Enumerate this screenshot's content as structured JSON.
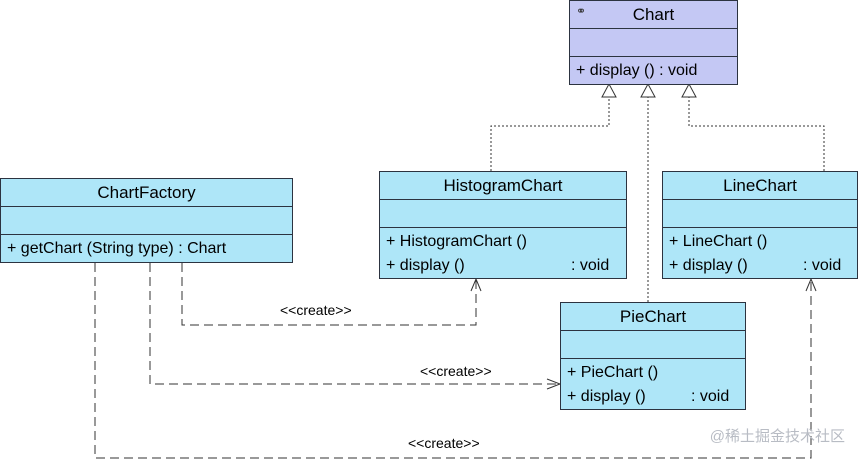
{
  "classes": {
    "chart": {
      "name": "Chart",
      "operations": [
        {
          "text": "+  display ()  : void",
          "ret": ""
        }
      ]
    },
    "chart_factory": {
      "name": "ChartFactory",
      "operations": [
        {
          "text": "+  getChart (String type)  : Chart",
          "ret": ""
        }
      ]
    },
    "histogram_chart": {
      "name": "HistogramChart",
      "operations": [
        {
          "text": "+  HistogramChart ()",
          "ret": ""
        },
        {
          "text": "+  display ()",
          "ret": ": void"
        }
      ]
    },
    "line_chart": {
      "name": "LineChart",
      "operations": [
        {
          "text": "+  LineChart ()",
          "ret": ""
        },
        {
          "text": "+  display ()",
          "ret": ": void"
        }
      ]
    },
    "pie_chart": {
      "name": "PieChart",
      "operations": [
        {
          "text": "+  PieChart ()",
          "ret": ""
        },
        {
          "text": "+  display ()",
          "ret": ": void"
        }
      ]
    }
  },
  "relations": {
    "create_histogram": "<<create>>",
    "create_pie": "<<create>>",
    "create_line": "<<create>>"
  },
  "watermark": "@稀土掘金技术社区"
}
